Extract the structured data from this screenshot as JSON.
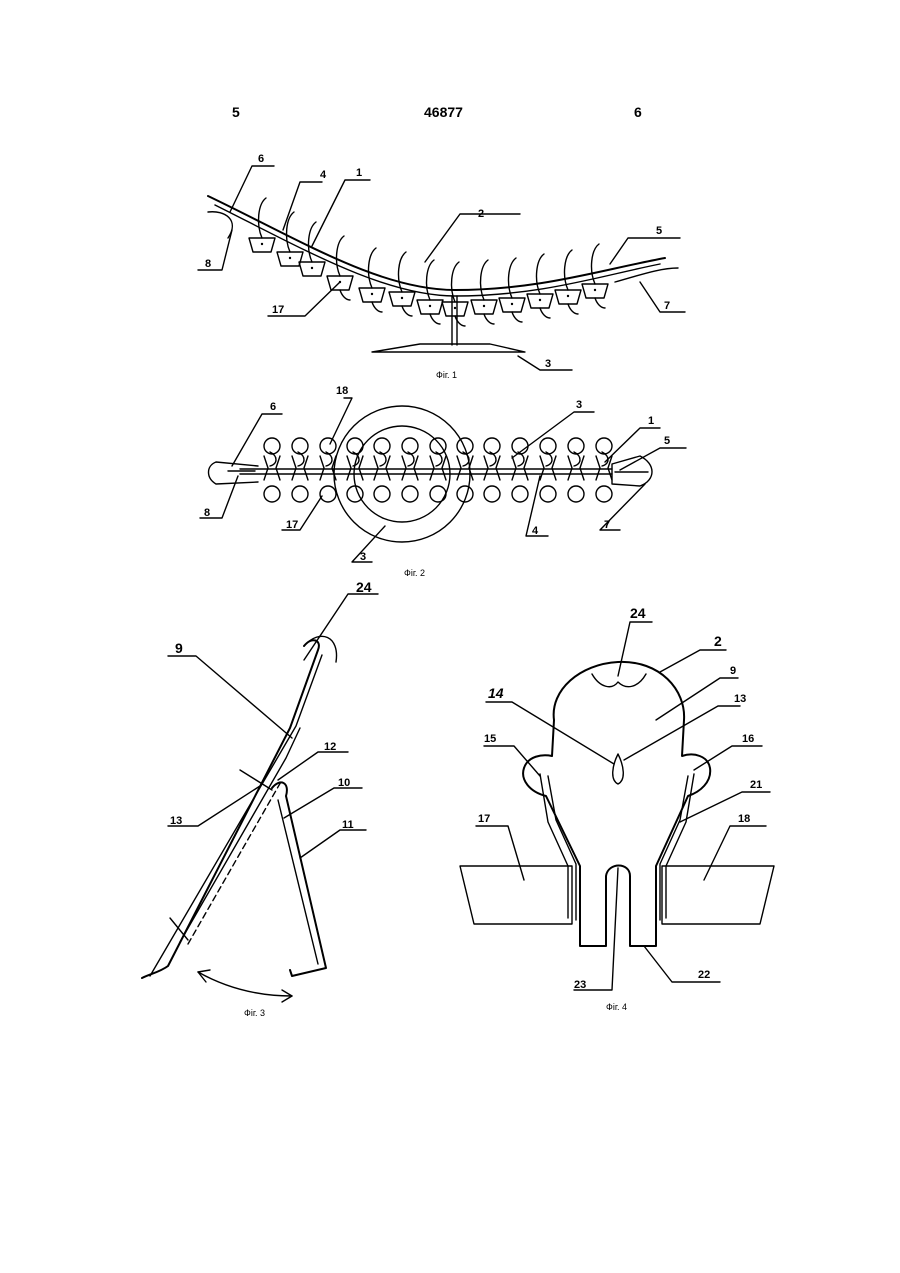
{
  "header": {
    "left_page": "5",
    "patent_number": "46877",
    "right_page": "6"
  },
  "captions": {
    "fig1": "Фіг. 1",
    "fig2": "Фіг. 2",
    "fig3": "Фіг. 3",
    "fig4": "Фіг. 4"
  },
  "fig1_labels": {
    "l6": "6",
    "l4": "4",
    "l1": "1",
    "l2": "2",
    "l5": "5",
    "l8": "8",
    "l17": "17",
    "l7": "7",
    "l3": "3"
  },
  "fig2_labels": {
    "l6": "6",
    "l18": "18",
    "l3top": "3",
    "l1": "1",
    "l5": "5",
    "l8": "8",
    "l17": "17",
    "l3bot": "3",
    "l4": "4",
    "l7": "7"
  },
  "fig3_labels": {
    "l24": "24",
    "l9": "9",
    "l12": "12",
    "l10": "10",
    "l13": "13",
    "l11": "11"
  },
  "fig4_labels": {
    "l24": "24",
    "l2": "2",
    "l9": "9",
    "l14": "14",
    "l13": "13",
    "l15": "15",
    "l16": "16",
    "l21": "21",
    "l17": "17",
    "l18": "18",
    "l23": "23",
    "l22": "22"
  }
}
